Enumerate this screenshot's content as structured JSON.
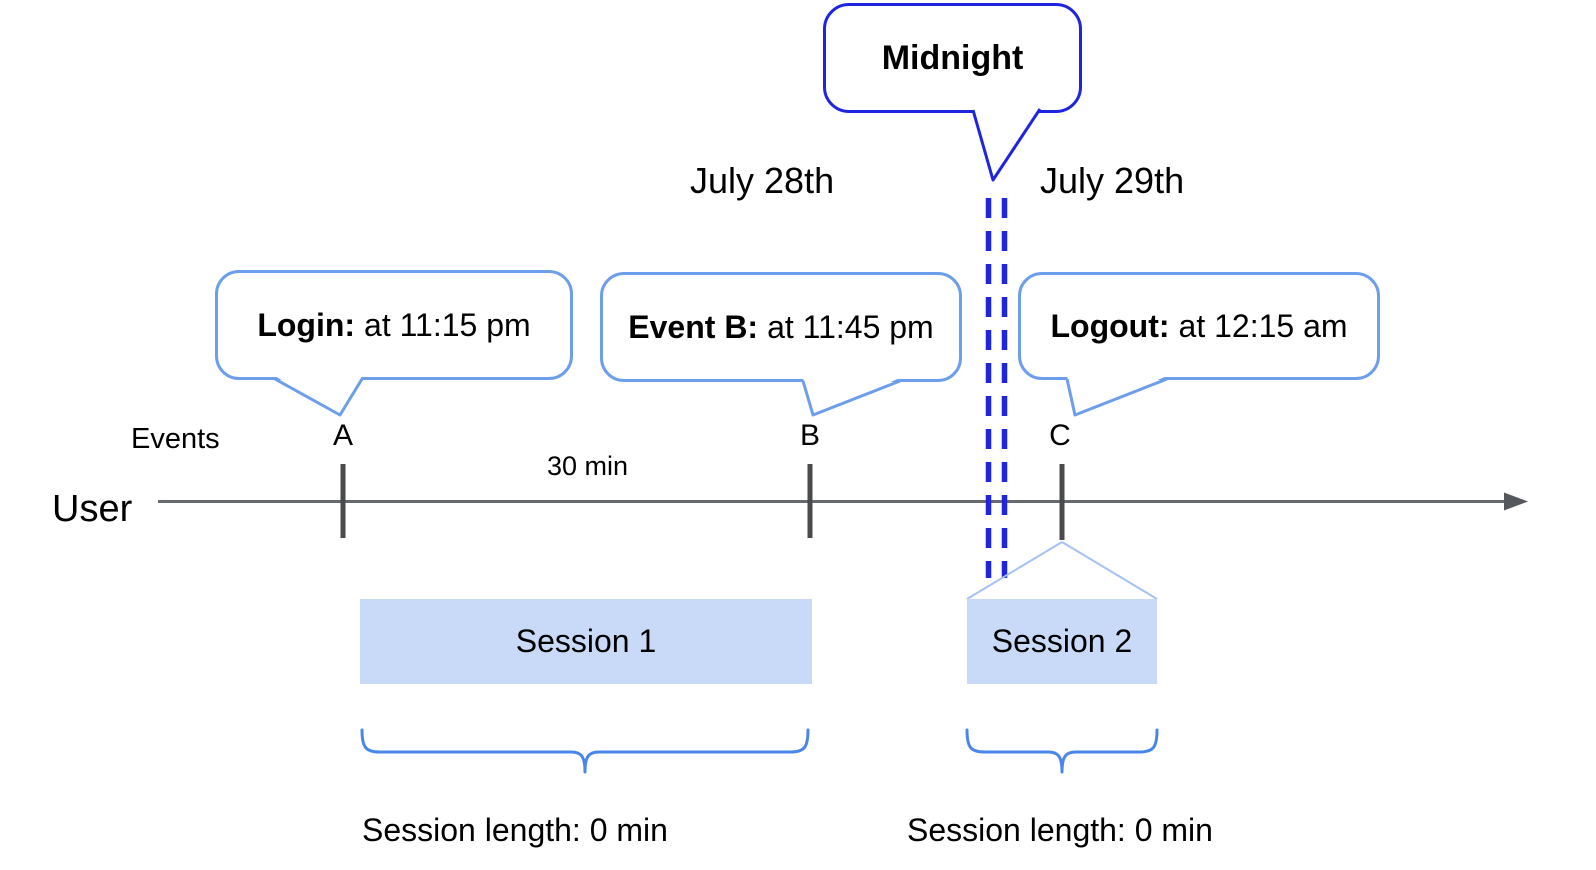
{
  "dates": {
    "left_day": "July 28th",
    "right_day": "July 29th"
  },
  "midnight_callout": {
    "text": "Midnight"
  },
  "callouts": {
    "login": {
      "label": "Login:",
      "time": "at 11:15 pm"
    },
    "event_b": {
      "label": "Event B:",
      "time": "at 11:45 pm"
    },
    "logout": {
      "label": "Logout:",
      "time": "at 12:15 am"
    }
  },
  "timeline": {
    "events_label": "Events",
    "user_label": "User",
    "marker_a": "A",
    "marker_b": "B",
    "marker_c": "C",
    "interval_label": "30 min"
  },
  "sessions": {
    "session1": {
      "name": "Session 1",
      "length_label": "Session length: 0 min"
    },
    "session2": {
      "name": "Session 2",
      "length_label": "Session length: 0 min"
    }
  },
  "colors": {
    "midnight_blue": "#1f24e0",
    "callout_border_blue": "#6d9eeb",
    "brace_blue": "#4a86e8",
    "connector_light_blue": "#a4c2f4",
    "session_fill_blue": "#c9daf8",
    "axis_gray": "#66696d",
    "tick_gray": "#4a4a4a",
    "text_black": "#000000"
  }
}
